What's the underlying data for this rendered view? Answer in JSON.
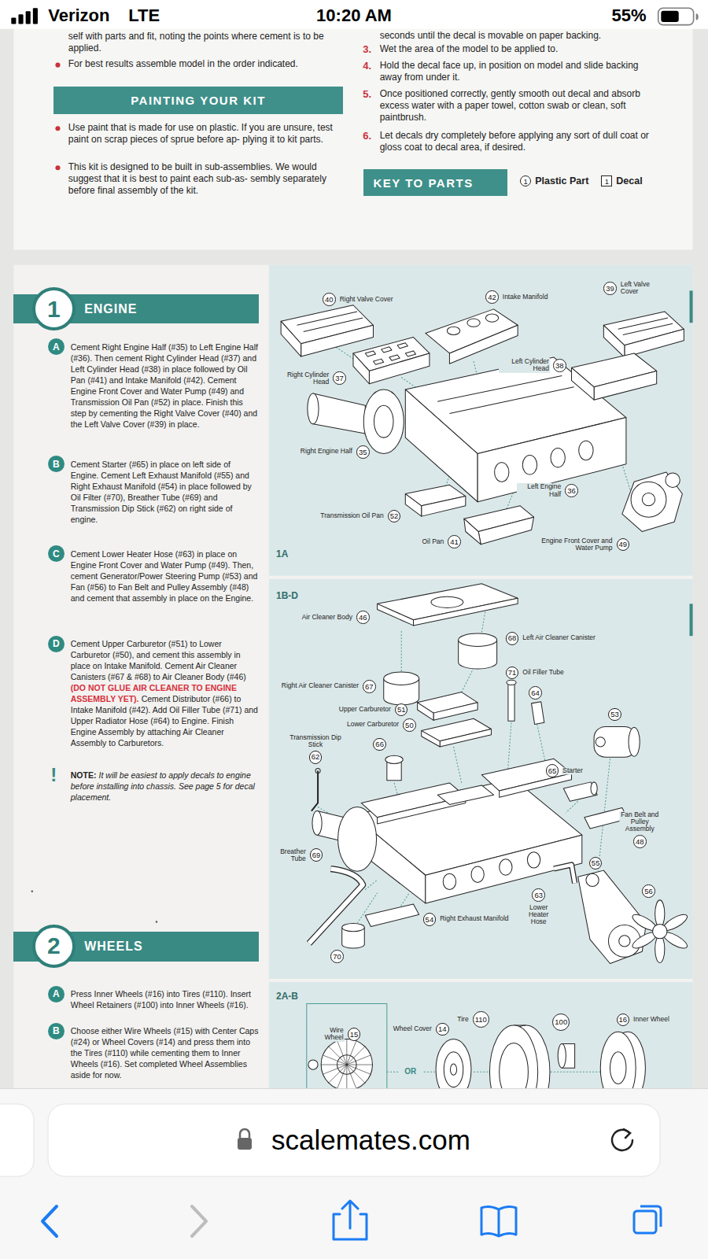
{
  "diagram": {
    "nodes": [
      {
        "text": [
          "PAINTING YOUR KIT"
        ]
      },
      {
        "text": [
          "KEY TO PARTS"
        ]
      },
      {
        "text": [
          "ENGINE"
        ]
      },
      {
        "text": [
          "1"
        ],
        "in": 2
      },
      {
        "text": [
          "A"
        ]
      },
      {
        "text": [
          "B"
        ]
      },
      {
        "text": [
          "C"
        ]
      },
      {
        "text": [
          "D"
        ]
      },
      {
        "text": [
          "1A"
        ]
      },
      {
        "text": [
          "40",
          "Right Valve Cover"
        ],
        "in": 8
      },
      {
        "text": [
          "42",
          "Intake Manifold"
        ],
        "in": 8
      },
      {
        "text": [
          "39",
          "Left Valve Cover"
        ],
        "in": 8
      },
      {
        "text": [
          "37",
          "Right Cylinder Head"
        ],
        "in": 8
      },
      {
        "text": [
          "38",
          "Left Cylinder Head"
        ],
        "in": 8
      },
      {
        "text": [
          "35",
          "Right Engine Half"
        ],
        "in": 8
      },
      {
        "text": [
          "36",
          "Left Engine Half"
        ],
        "in": 8
      },
      {
        "text": [
          "52",
          "Transmission Oil Pan"
        ],
        "in": 8
      },
      {
        "text": [
          "41",
          "Oil Pan"
        ],
        "in": 8
      },
      {
        "text": [
          "49",
          "Engine Front Cover and Water Pump"
        ],
        "in": 8
      },
      {
        "text": [
          "1B-D"
        ]
      },
      {
        "text": [
          "46",
          "Air Cleaner Body"
        ],
        "in": 19
      },
      {
        "text": [
          "68",
          "Left Air Cleaner Canister"
        ],
        "in": 19
      },
      {
        "text": [
          "71",
          "Oil Filler Tube"
        ],
        "in": 19
      },
      {
        "text": [
          "64"
        ],
        "in": 19
      },
      {
        "text": [
          "67",
          "Right Air Cleaner Canister"
        ],
        "in": 19
      },
      {
        "text": [
          "53"
        ],
        "in": 19
      },
      {
        "text": [
          "51",
          "Upper Carburetor"
        ],
        "in": 19
      },
      {
        "text": [
          "50",
          "Lower Carburetor"
        ],
        "in": 19
      },
      {
        "text": [
          "66"
        ],
        "in": 19
      },
      {
        "text": [
          "62",
          "Transmission Dip Stick"
        ],
        "in": 19
      },
      {
        "text": [
          "65",
          "Starter"
        ],
        "in": 19
      },
      {
        "text": [
          "48",
          "Fan Belt and Pulley Assembly"
        ],
        "in": 19
      },
      {
        "text": [
          "55"
        ],
        "in": 19
      },
      {
        "text": [
          "56"
        ],
        "in": 19
      },
      {
        "text": [
          "69",
          "Breather Tube"
        ],
        "in": 19
      },
      {
        "text": [
          "63",
          "Lower Heater Hose"
        ],
        "in": 19
      },
      {
        "text": [
          "54",
          "Right Exhaust Manifold"
        ],
        "in": 19
      },
      {
        "text": [
          "70"
        ],
        "in": 19
      },
      {
        "text": [
          "WHEELS"
        ]
      },
      {
        "text": [
          "2"
        ],
        "in": 38
      },
      {
        "text": [
          "A"
        ]
      },
      {
        "text": [
          "B"
        ]
      },
      {
        "text": [
          "2A-B"
        ]
      },
      {
        "text": [
          "15",
          "Wire Wheel"
        ],
        "in": 42
      },
      {
        "text": [
          "14",
          "Wheel Cover"
        ],
        "in": 42
      },
      {
        "text": [
          "110",
          "Tire"
        ],
        "in": 42
      },
      {
        "text": [
          "100"
        ],
        "in": 42
      },
      {
        "text": [
          "16",
          "Inner Wheel"
        ],
        "in": 42
      }
    ],
    "labels": [
      "Verizon",
      "LTE",
      "10:20 AM",
      "55%",
      "self with parts and fit, noting the points where cement is to be applied.",
      "For best results assemble model in the order indicated.",
      "Use paint that is made for use on plastic. If you are unsure, test paint on scrap pieces of sprue before ap- plying it to kit parts.",
      "This kit is designed to be built in sub-assemblies. We would suggest that it is best to paint each sub-as- sembly separately before final assembly of the kit.",
      "seconds until the decal is movable on paper backing.",
      "3.",
      "Wet the area of the model to be applied to.",
      "4.",
      "Hold the decal face up, in position on model and slide backing away from under it.",
      "5.",
      "Once positioned correctly, gently smooth out decal and absorb excess water with a paper towel, cotton swab or clean, soft paintbrush.",
      "6.",
      "Let decals dry completely before applying any sort of dull coat or gloss coat to decal area, if desired.",
      "1",
      "1",
      "Cement Right Engine Half (#35) to Left Engine Half (#36). Then cement Right Cylinder Head (#37) and Left Cylinder Head (#38) in place followed by Oil Pan (#41) and Intake Manifold (#42). Cement Engine Front Cover and Water Pump (#49) and Transmission Oil Pan (#52) in place. Finish this step by cementing the Right Valve Cover (#40) and the Left Valve Cover (#39) in place.",
      "Cement Starter (#65) in place on left side of Engine. Cement Left Exhaust Manifold (#55) and Right Exhaust Manifold (#54) in place followed by Oil Filter (#70), Breather Tube (#69) and Transmission Dip Stick (#62) on right side of engine.",
      "Cement Lower Heater Hose (#63) in place on Engine Front Cover and Water Pump (#49). Then, cement Generator/Power Steering Pump (#53) and Fan (#56) to Fan Belt and Pulley Assembly (#48) and cement that assembly in place on the Engine.",
      "Cement Upper Carburetor (#51) to Lower Carburetor (#50), and cement this assembly in place on Intake Manifold. Cement Air Cleaner Canisters (#67 & #68) to Air Cleaner Body (#46)",
      "(DO NOT GLUE AIR CLEANER TO ENGINE ASSEMBLY YET).",
      "Cement Distributor (#66) to Intake Manifold (#42). Add Oil Filler Tube (#71) and Upper Radiator Hose (#64) to Engine. Finish Engine Assembly by attaching Air Cleaner Assembly to Carburetors.",
      "!",
      "NOTE:",
      "It will be easiest to apply decals to engine before installing into chassis. See page 5 for decal placement.",
      "Press Inner Wheels (#16) into Tires (#110). Insert Wheel Retainers (#100) into Inner Wheels (#16).",
      "Choose either Wire Wheels (#15) with Center Caps (#24) or Wheel Covers (#14) and press them into the Tires (#110) while cementing them to Inner Wheels (#16). Set completed Wheel Assemblies aside for now.",
      "OR",
      "scalemates.com"
    ],
    "legend": [
      {
        "text": "Plastic Part"
      },
      {
        "text": "Decal"
      }
    ]
  }
}
